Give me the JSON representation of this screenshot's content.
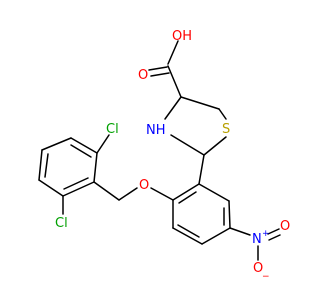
{
  "molecule": {
    "atoms": {
      "oh": {
        "label": "OH",
        "color": "#ff0000"
      },
      "carbonyl_o": {
        "label": "O",
        "color": "#ff0000"
      },
      "nh": {
        "label": "NH",
        "color": "#0000ff"
      },
      "s": {
        "label": "S",
        "color": "#b8a000"
      },
      "ether_o": {
        "label": "O",
        "color": "#ff0000"
      },
      "cl_top": {
        "label": "Cl",
        "color": "#00a000"
      },
      "cl_bottom": {
        "label": "Cl",
        "color": "#00a000"
      },
      "nitro_n": {
        "label": "N",
        "color": "#0000ff"
      },
      "nitro_plus": {
        "label": "+",
        "color": "#0000ff"
      },
      "nitro_o_right": {
        "label": "O",
        "color": "#ff0000"
      },
      "nitro_o_bottom": {
        "label": "O",
        "color": "#ff0000"
      },
      "nitro_minus": {
        "label": "−",
        "color": "#ff0000"
      }
    }
  }
}
